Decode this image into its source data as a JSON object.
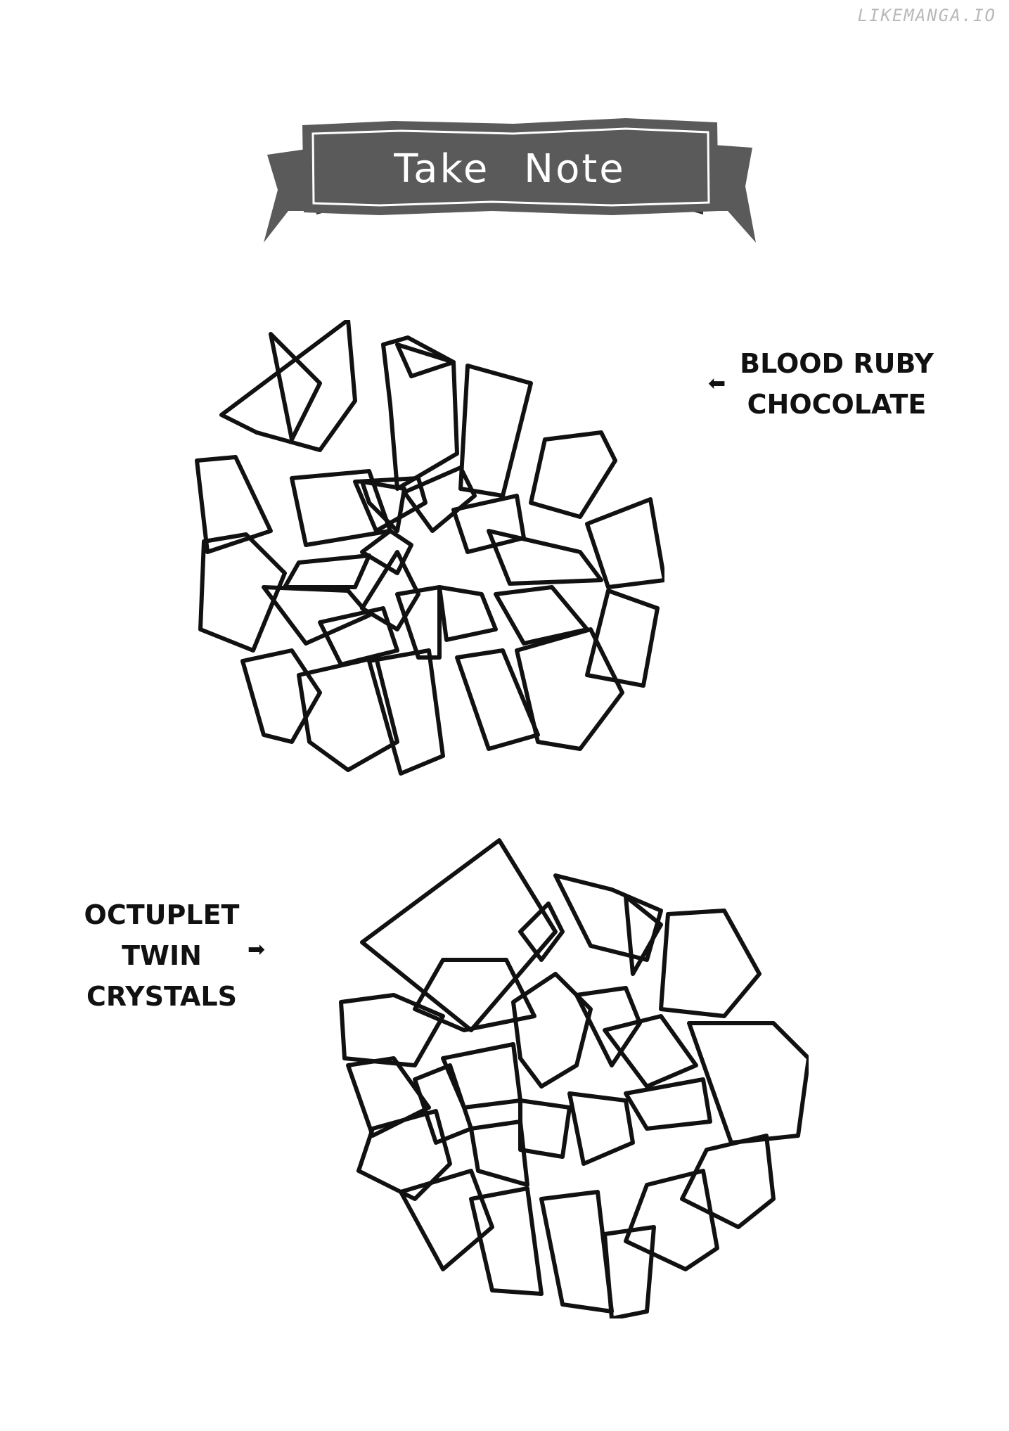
{
  "watermark": "LIKEMANGA.IO",
  "banner": {
    "title": "Take Note",
    "color": "#5a5a5a"
  },
  "notes": [
    {
      "label_lines": [
        "BLOOD RUBY",
        "CHOCOLATE"
      ],
      "arrow_icon": "arrow-left-icon"
    },
    {
      "label_lines": [
        "OCTUPLET",
        "TWIN",
        "CRYSTALS"
      ],
      "arrow_icon": "arrow-right-icon"
    }
  ]
}
